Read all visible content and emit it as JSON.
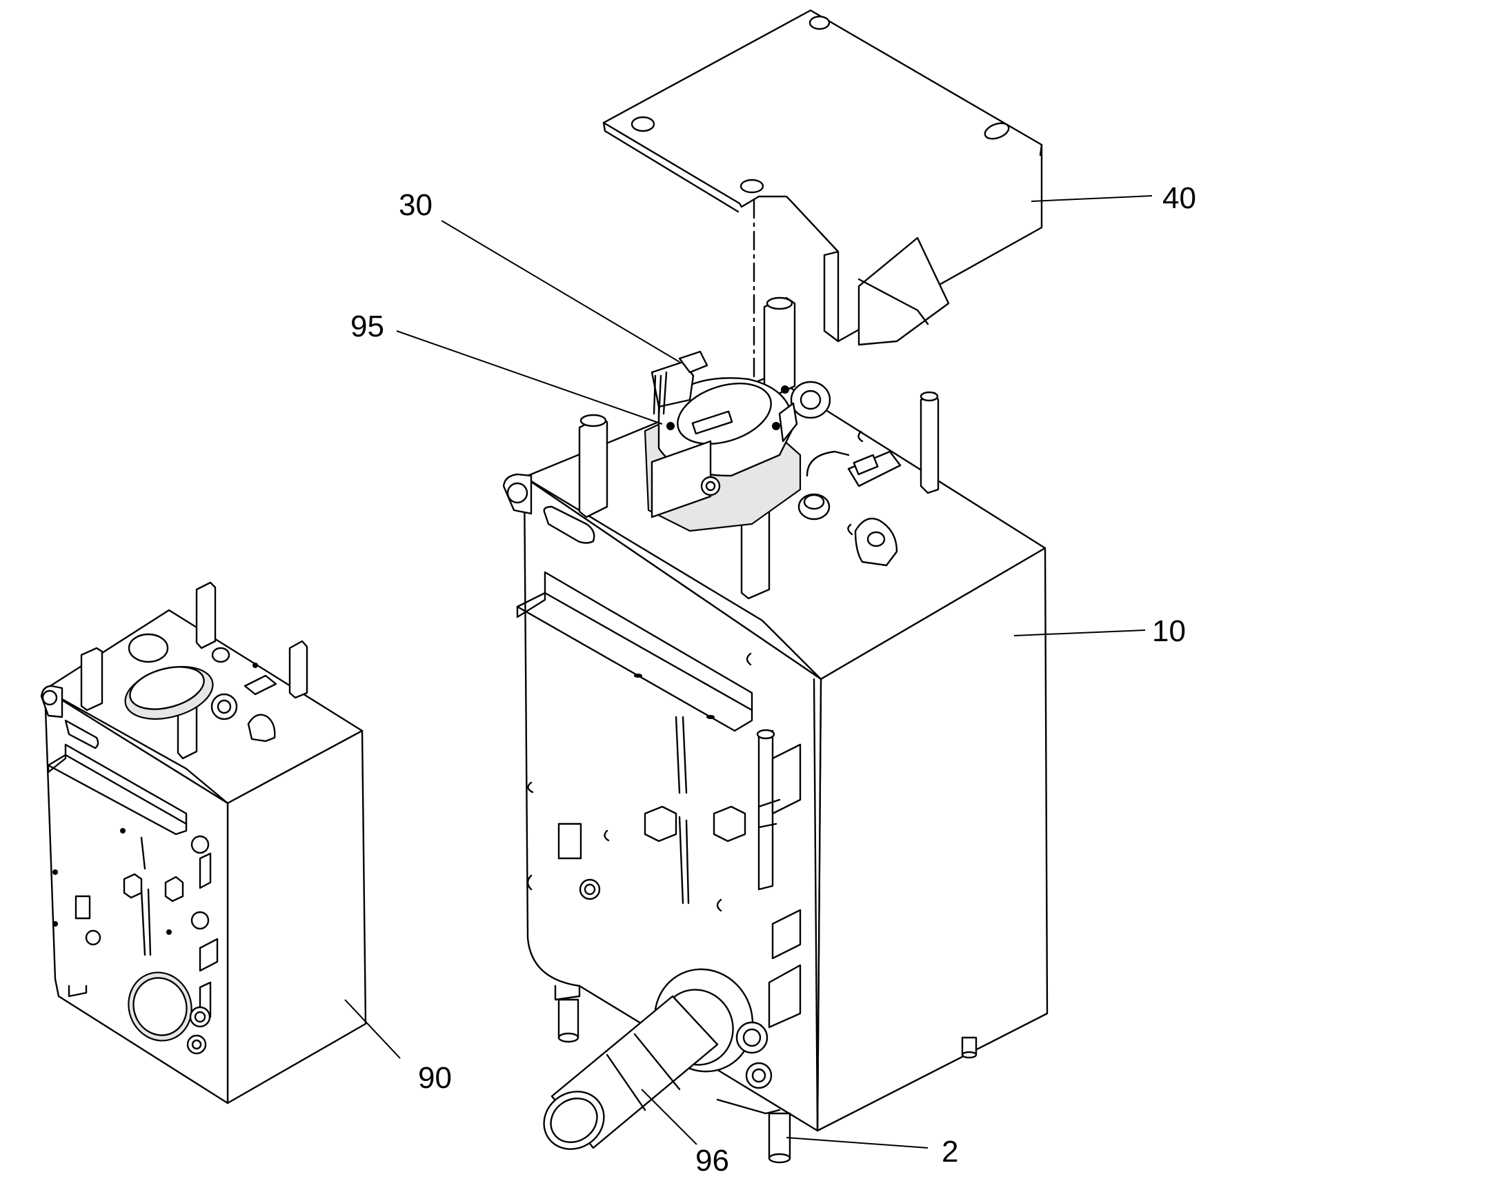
{
  "callouts": {
    "c30": "30",
    "c40": "40",
    "c95": "95",
    "c10": "10",
    "c90": "90",
    "c96": "96",
    "c2": "2"
  }
}
